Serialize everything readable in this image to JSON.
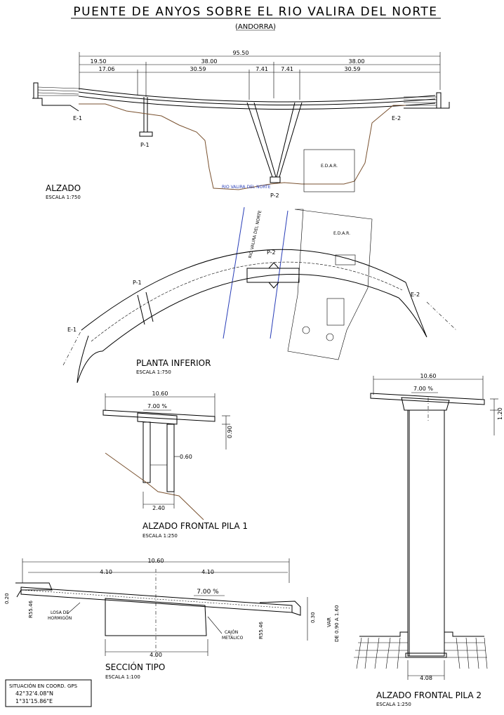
{
  "header": {
    "title": "PUENTE DE ANYOS SOBRE EL RIO VALIRA DEL NORTE",
    "subtitle": "(ANDORRA)"
  },
  "alzado": {
    "title": "ALZADO",
    "scale": "ESCALA 1:750",
    "dims": {
      "total": "95.50",
      "s1": "19.50",
      "s2": "38.00",
      "s3": "38.00",
      "b1": "17.06",
      "b2": "30.59",
      "b3": "7.41",
      "b4": "7.41",
      "b5": "30.59"
    },
    "labels": {
      "e1": "E-1",
      "e2": "E-2",
      "p1": "P-1",
      "p2": "P-2",
      "river": "RIO VALIRA DEL NORTE",
      "edar": "E.D.A.R."
    }
  },
  "planta": {
    "title": "PLANTA INFERIOR",
    "scale": "ESCALA 1:750",
    "labels": {
      "p1": "P-1",
      "p2": "P-2",
      "e1": "E-1",
      "e2": "E-2",
      "river": "RIO VALIRA DEL NORTE",
      "edar": "E.D.A.R."
    }
  },
  "pila1": {
    "title": "ALZADO FRONTAL PILA 1",
    "scale": "ESCALA 1:250",
    "dims": {
      "width": "10.60",
      "slope": "7.00 %",
      "depth": "0.90",
      "mid": "0.60",
      "base": "2.40"
    }
  },
  "pila2": {
    "title": "ALZADO FRONTAL PILA 2",
    "scale": "ESCALA 1:250",
    "dims": {
      "width": "10.60",
      "slope": "7.00 %",
      "depth": "1.20",
      "base": "4.08"
    }
  },
  "seccion": {
    "title": "SECCIÓN TIPO",
    "scale": "ESCALA 1:100",
    "dims": {
      "total": "10.60",
      "left": "4.10",
      "right": "4.10",
      "slope": "7.00 %",
      "bottom": "4.00",
      "r_left": "R55.46",
      "r_right": "R55.46",
      "top_left": "0.20",
      "h1": "0.30",
      "var1": "VAR",
      "var2": "DE 0.90 A 1.60"
    },
    "labels": {
      "losa1": "LOSA DE",
      "losa2": "HORMIGÓN",
      "cajon1": "CAJÓN",
      "cajon2": "METÁLICO"
    }
  },
  "gps": {
    "title": "SITUACIÓN EN COORD. GPS",
    "lat": "42°32'4.08\"N",
    "lon": "1°31'15.86\"E"
  }
}
